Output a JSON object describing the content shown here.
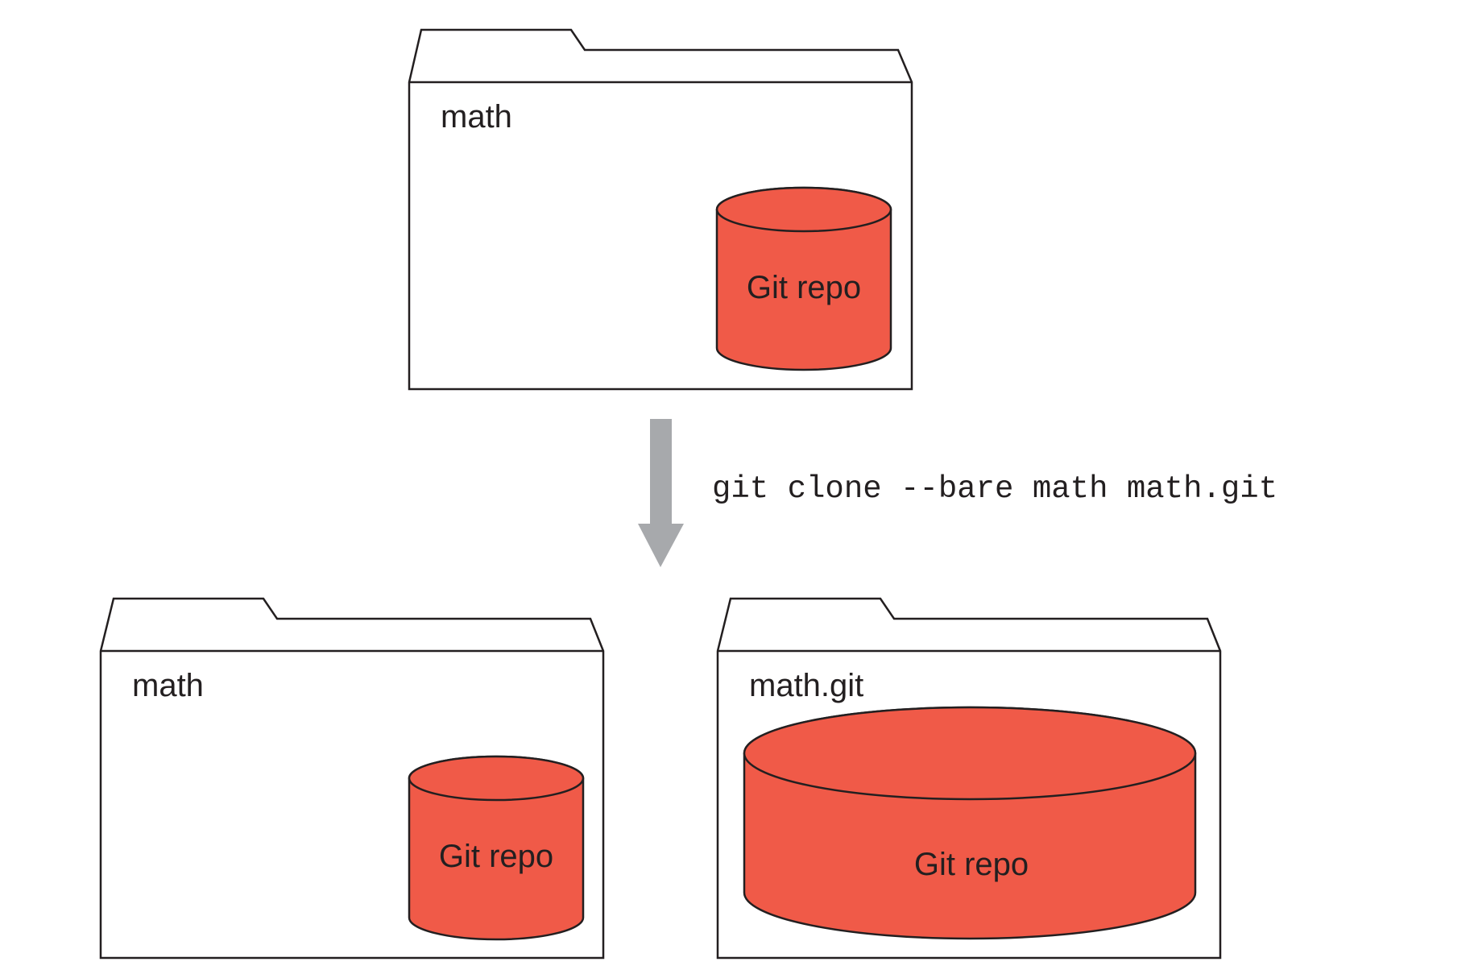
{
  "colors": {
    "repo_fill": "#f05a48",
    "outline": "#231f20",
    "arrow": "#a7a9ac",
    "background": "#ffffff"
  },
  "source": {
    "folder_label": "math",
    "repo_label": "Git repo"
  },
  "command": {
    "text": "git clone --bare math math.git"
  },
  "results": {
    "working": {
      "folder_label": "math",
      "repo_label": "Git repo"
    },
    "bare": {
      "folder_label": "math.git",
      "repo_label": "Git repo"
    }
  }
}
